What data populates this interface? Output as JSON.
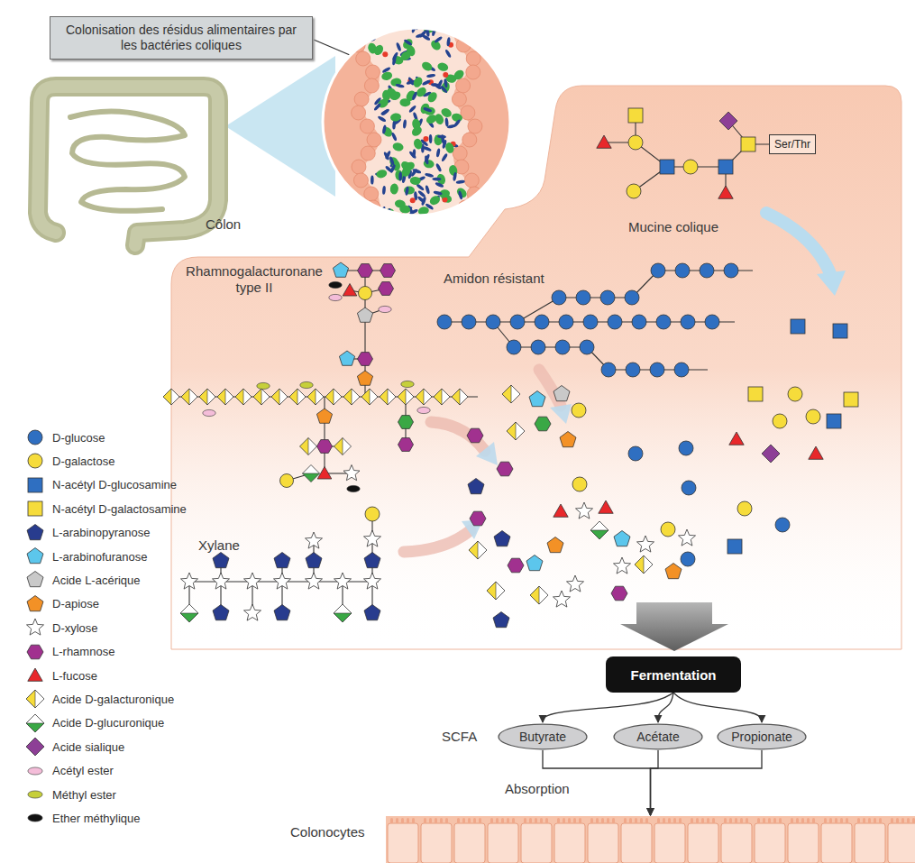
{
  "diagram": {
    "nodes": [
      {
        "text": [
          "Colonisation des résidus alimentaires par les bactéries coliques"
        ]
      },
      {
        "text": [
          "Ser/Thr"
        ]
      },
      {
        "text": [
          "Fermentation"
        ]
      },
      {
        "text": [
          "Butyrate"
        ]
      },
      {
        "text": [
          "Acétate"
        ]
      },
      {
        "text": [
          "Propionate"
        ]
      },
      {
        "text": [
          "Colonocytes"
        ]
      }
    ],
    "edges": [
      {
        "from": 2,
        "to": 3,
        "arrow": "to"
      },
      {
        "from": 2,
        "to": 4,
        "arrow": "to"
      },
      {
        "from": 2,
        "to": 5,
        "arrow": "to"
      },
      {
        "from": 3,
        "to": 6,
        "arrow": "to"
      },
      {
        "from": 4,
        "to": 6,
        "arrow": "to"
      },
      {
        "from": 5,
        "to": 6,
        "arrow": "to"
      }
    ],
    "labels": [
      "Côlon",
      "Mucine colique",
      "Amidon résistant",
      "Rhamnogalacturonane type II",
      "Xylane",
      "SCFA",
      "Absorption"
    ],
    "legend": [
      {
        "text": "D-glucose",
        "color": "#2f6fc1"
      },
      {
        "text": "D-galactose",
        "color": "#f6dc3b"
      },
      {
        "text": "N-acétyl D-glucosamine",
        "color": "#2f6fc1"
      },
      {
        "text": "N-acétyl D-galactosamine",
        "color": "#f6dc3b"
      },
      {
        "text": "L-arabinopyranose",
        "color": "#283c8e"
      },
      {
        "text": "L-arabinofuranose",
        "color": "#5cc6ec"
      },
      {
        "text": "Acide L-acérique",
        "color": "#c9c9c9"
      },
      {
        "text": "D-apiose",
        "color": "#f39126"
      },
      {
        "text": "D-xylose"
      },
      {
        "text": "L-rhamnose",
        "color": "#a1318f"
      },
      {
        "text": "L-fucose",
        "color": "#e8282b"
      },
      {
        "text": "Acide D-galacturonique"
      },
      {
        "text": "Acide D-glucuronique"
      },
      {
        "text": "Acide sialique",
        "color": "#8d3f96"
      },
      {
        "text": "Acétyl ester",
        "color": "#f4bdd9"
      },
      {
        "text": "Méthyl ester",
        "color": "#c6cf3a"
      },
      {
        "text": "Ether méthylique",
        "color": "#111111"
      }
    ]
  }
}
